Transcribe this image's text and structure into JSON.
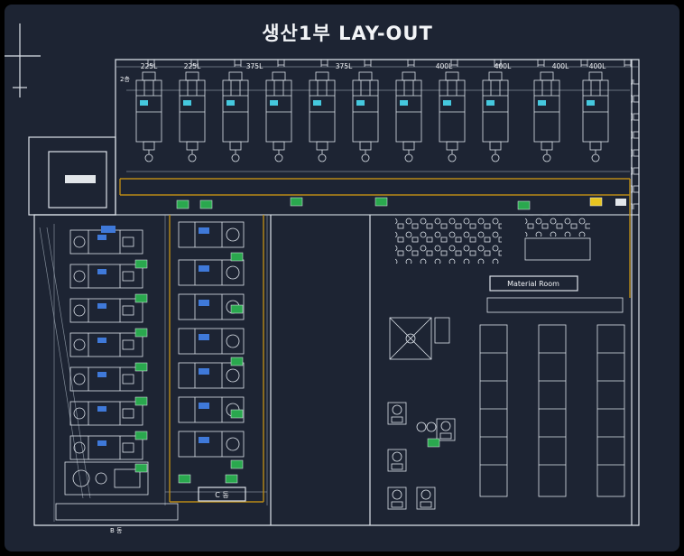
{
  "title": "생산1부 LAY-OUT",
  "colors": {
    "bg": "#1d2433",
    "line": "#dde3ea",
    "dim": "#9aa4b0",
    "green": "#2aa84e",
    "yellow": "#e8c520",
    "orange": "#b98a16",
    "blue": "#3f79d9",
    "cyan": "#45c8de"
  },
  "labels": {
    "floor_note": "2층",
    "material_room": "Material Room",
    "c_block": "C 동",
    "b_block": "B 동"
  },
  "machine_labels": [
    "225L",
    "225L",
    "375L",
    "375L",
    "400L",
    "400L",
    "400L",
    "400L"
  ]
}
